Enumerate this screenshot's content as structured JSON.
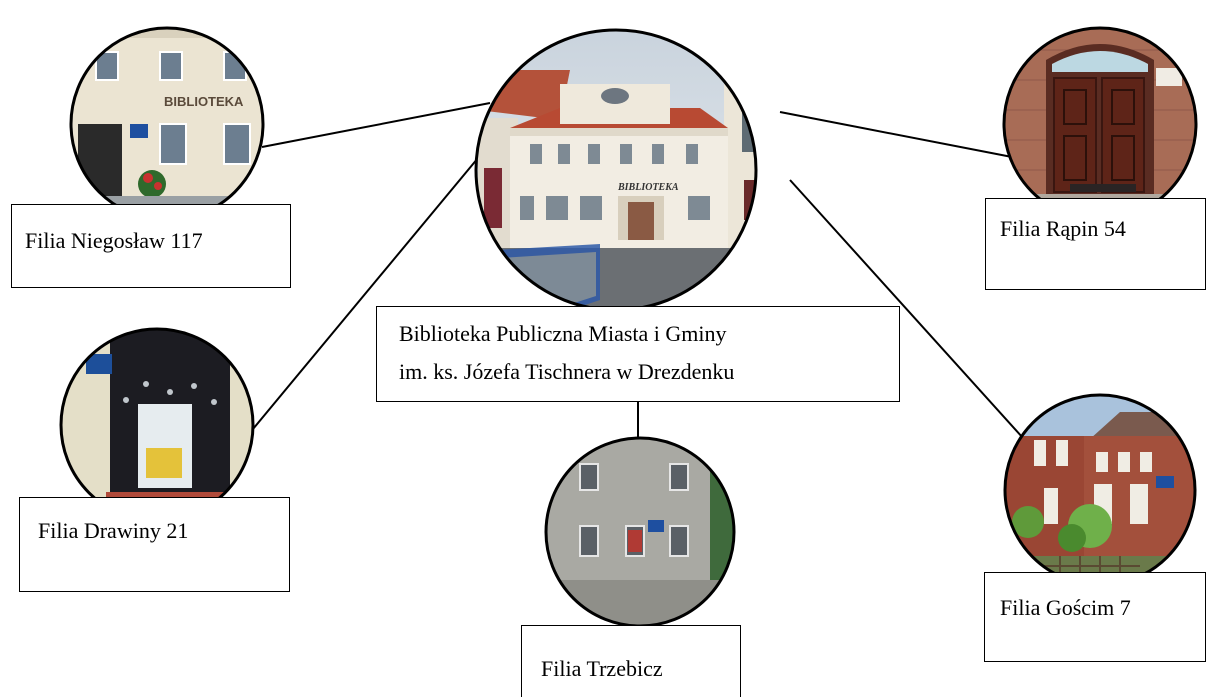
{
  "diagram": {
    "center": {
      "label_line1": "Biblioteka Publiczna Miasta i Gminy",
      "label_line2": "im. ks. Józefa Tischnera w Drezdenku",
      "photo_sign": "BIBLIOTEKA"
    },
    "branches": [
      {
        "id": "niegoslaw",
        "label": "Filia Niegosław 117",
        "photo_sign": "BIBLIOTEKA"
      },
      {
        "id": "rapin",
        "label": "Filia Rąpin 54"
      },
      {
        "id": "drawiny",
        "label": "Filia Drawiny 21"
      },
      {
        "id": "trzebicz",
        "label": "Filia Trzebicz"
      },
      {
        "id": "goscim",
        "label": "Filia Gościm 7"
      }
    ]
  }
}
